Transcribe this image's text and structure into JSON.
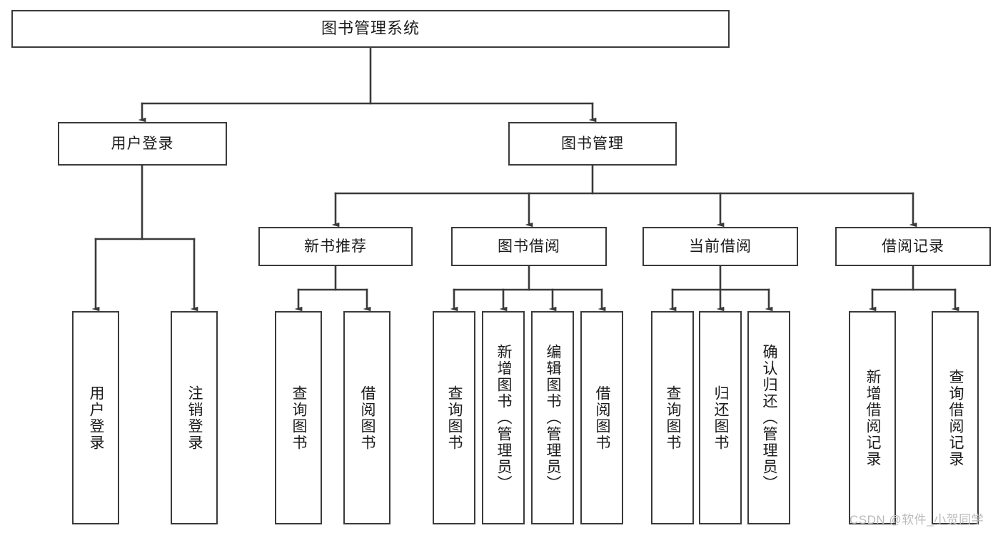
{
  "diagram": {
    "title": "图书管理系统",
    "type": "tree-hierarchy",
    "watermark": "CSDN @软件_小贺同学",
    "colors": {
      "stroke": "#3a3a3a",
      "fill": "#ffffff",
      "text": "#1b1b1b",
      "watermark": "#b9b9b9"
    },
    "nodes": {
      "root": {
        "label": "图书管理系统"
      },
      "level2": [
        {
          "id": "user-login",
          "label": "用户登录"
        },
        {
          "id": "book-admin",
          "label": "图书管理"
        }
      ],
      "level3": [
        {
          "id": "new-book-rec",
          "label": "新书推荐"
        },
        {
          "id": "book-borrow",
          "label": "图书借阅"
        },
        {
          "id": "current-borrow",
          "label": "当前借阅"
        },
        {
          "id": "borrow-record",
          "label": "借阅记录"
        }
      ],
      "leaves": {
        "user-login": [
          {
            "id": "leaf-user-login",
            "label": "用户登录"
          },
          {
            "id": "leaf-user-logout",
            "label": "注销登录"
          }
        ],
        "new-book-rec": [
          {
            "id": "leaf-query-book-1",
            "label": "查询图书"
          },
          {
            "id": "leaf-borrow-book-1",
            "label": "借阅图书"
          }
        ],
        "book-borrow": [
          {
            "id": "leaf-query-book-2",
            "label": "查询图书"
          },
          {
            "id": "leaf-add-book",
            "label": "新增图书（管理员）"
          },
          {
            "id": "leaf-edit-book",
            "label": "编辑图书（管理员）"
          },
          {
            "id": "leaf-borrow-book-2",
            "label": "借阅图书"
          }
        ],
        "current-borrow": [
          {
            "id": "leaf-query-book-3",
            "label": "查询图书"
          },
          {
            "id": "leaf-return-book",
            "label": "归还图书"
          },
          {
            "id": "leaf-confirm-return",
            "label": "确认归还（管理员）"
          }
        ],
        "borrow-record": [
          {
            "id": "leaf-add-record",
            "label": "新增借阅记录"
          },
          {
            "id": "leaf-query-record",
            "label": "查询借阅记录"
          }
        ]
      }
    }
  }
}
